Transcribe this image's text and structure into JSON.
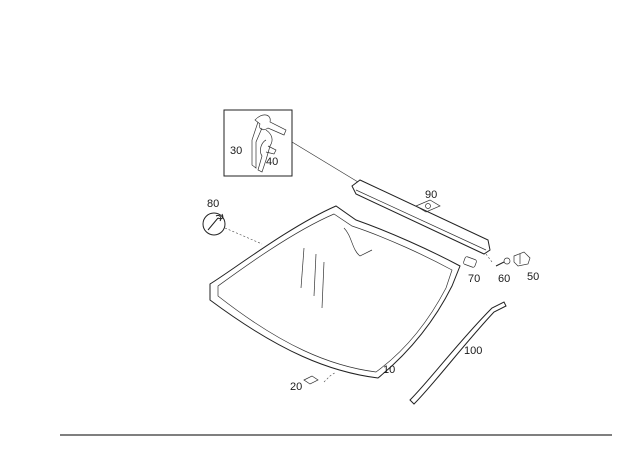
{
  "callouts": {
    "c10": "10",
    "c20": "20",
    "c30": "30",
    "c40": "40",
    "c50": "50",
    "c60": "60",
    "c70": "70",
    "c80": "80",
    "c90": "90",
    "c100": "100"
  },
  "colors": {
    "line": "#222222",
    "background": "#ffffff"
  },
  "icons": {
    "wrench": "wrench-icon"
  }
}
